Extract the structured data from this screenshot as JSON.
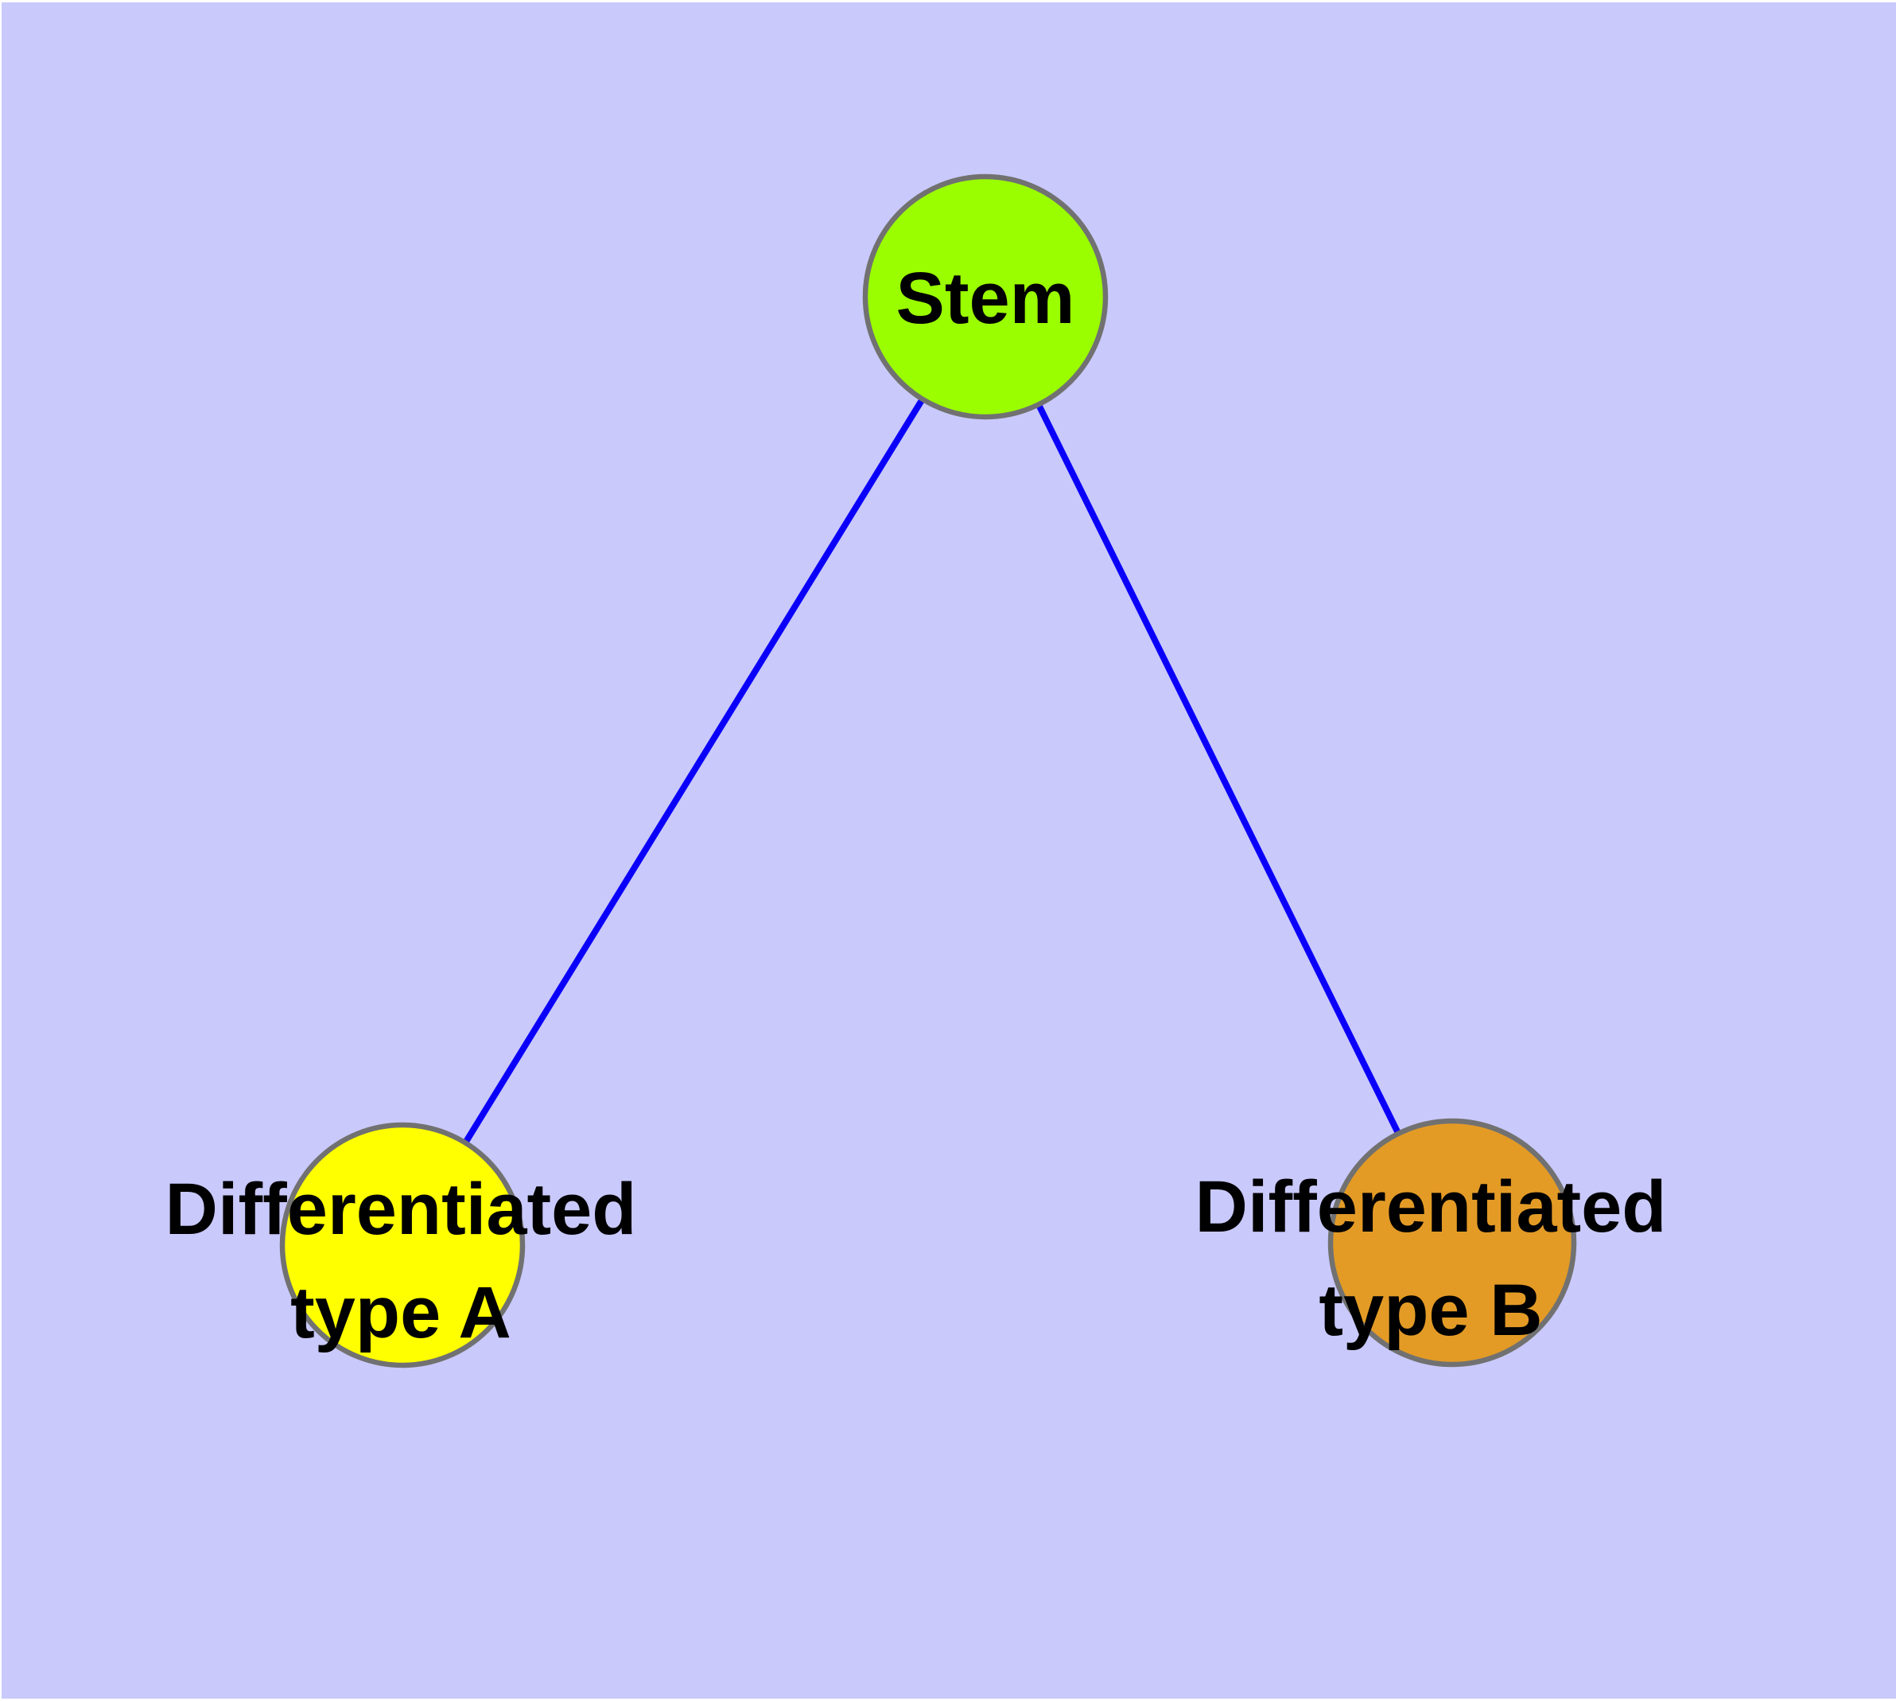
{
  "diagram": {
    "type": "graph",
    "background_color": "#C9C9FB",
    "page_margin_color": "#FFFFFF",
    "edge_color": "#0A00FA",
    "node_border_color": "#717171",
    "label_color": "#000000",
    "nodes": [
      {
        "id": "stem",
        "label": "Stem",
        "lines": [
          "Stem"
        ],
        "fill": "#9AFE00"
      },
      {
        "id": "differentiated-type-a",
        "label": "Differentiated type A",
        "lines": [
          "Differentiated",
          "type A"
        ],
        "fill": "#FFFF00"
      },
      {
        "id": "differentiated-type-b",
        "label": "Differentiated type B",
        "lines": [
          "Differentiated",
          "type B"
        ],
        "fill": "#E39B26"
      }
    ],
    "edges": [
      {
        "from": "stem",
        "to": "differentiated-type-a"
      },
      {
        "from": "stem",
        "to": "differentiated-type-b"
      }
    ]
  }
}
